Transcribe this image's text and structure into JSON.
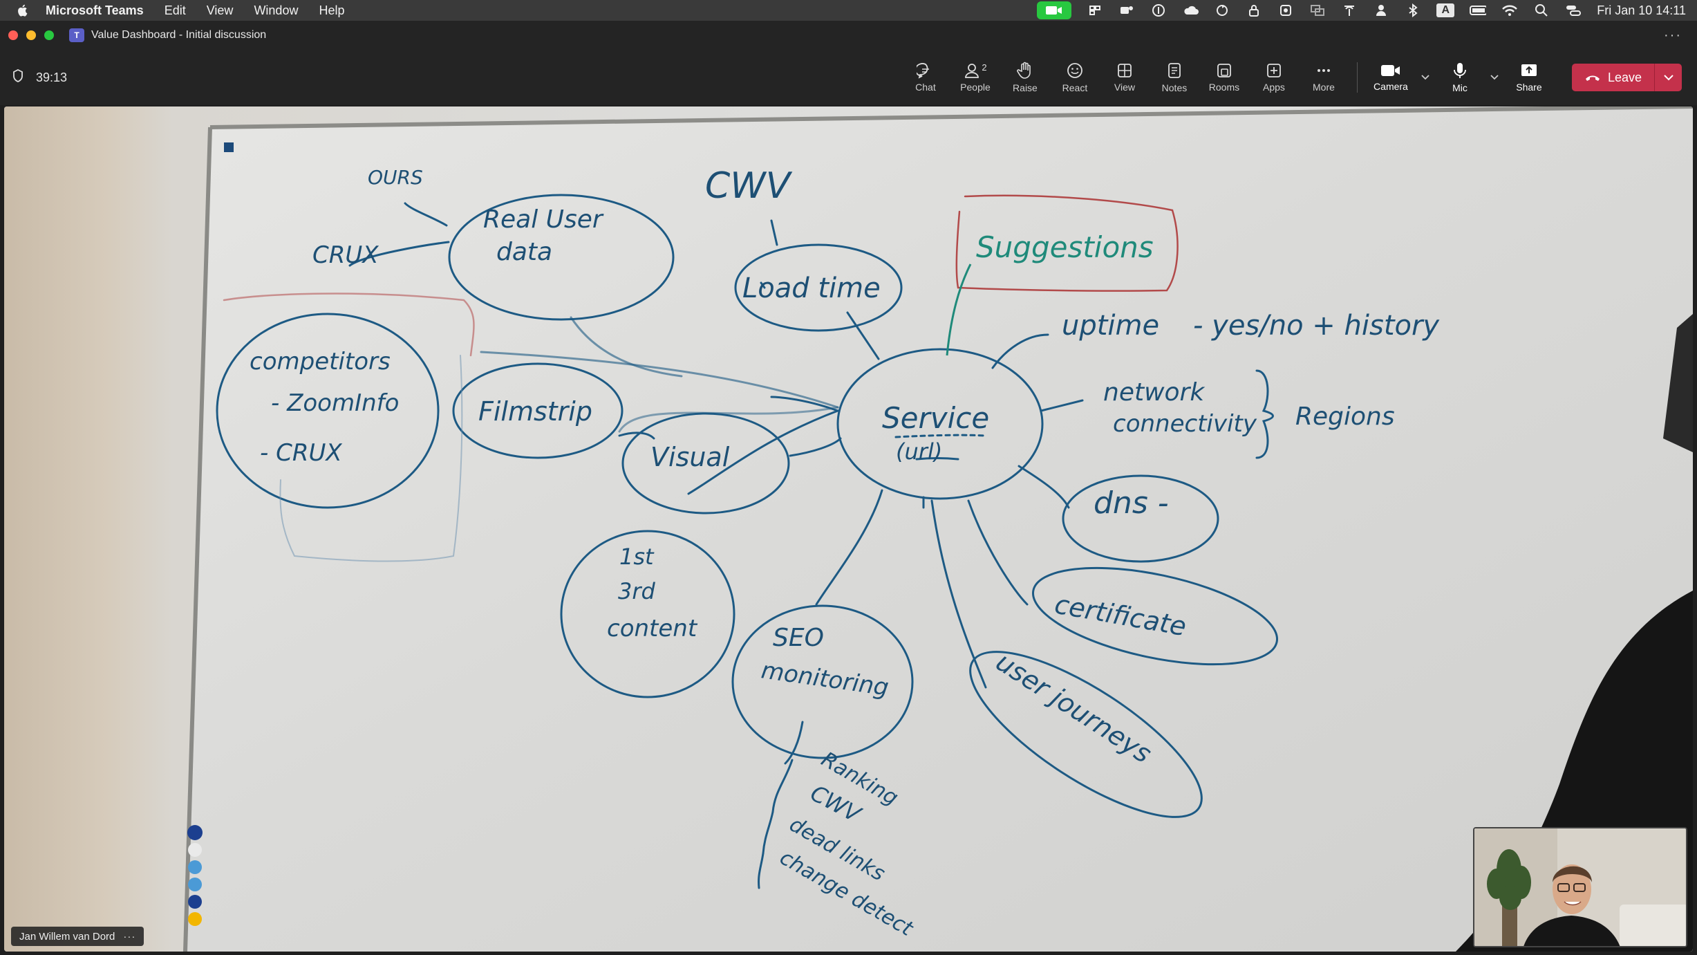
{
  "menubar": {
    "app_name": "Microsoft Teams",
    "items": [
      "Edit",
      "View",
      "Window",
      "Help"
    ],
    "input_source": "A",
    "clock": "Fri Jan 10  14:11"
  },
  "window": {
    "title": "Value Dashboard - Initial discussion"
  },
  "meeting": {
    "timer": "39:13",
    "people_count": "2",
    "tools": [
      {
        "label": "Chat",
        "icon": "chat-icon"
      },
      {
        "label": "People",
        "icon": "people-icon"
      },
      {
        "label": "Raise",
        "icon": "hand-icon"
      },
      {
        "label": "React",
        "icon": "smile-icon"
      },
      {
        "label": "View",
        "icon": "grid-icon"
      },
      {
        "label": "Notes",
        "icon": "notes-icon"
      },
      {
        "label": "Rooms",
        "icon": "rooms-icon"
      },
      {
        "label": "Apps",
        "icon": "plus-icon"
      },
      {
        "label": "More",
        "icon": "more-icon"
      }
    ],
    "camera_label": "Camera",
    "mic_label": "Mic",
    "share_label": "Share",
    "leave_label": "Leave",
    "leave_color": "#c4314b",
    "participant_name": "Jan Willem van Dord"
  },
  "whiteboard": {
    "center": "Service",
    "center_sub": "(url)",
    "nodes": {
      "ours": "OURS",
      "crux_top": "CRUX",
      "real_user_data_1": "Real User",
      "real_user_data_2": "data",
      "cwv": "CWV",
      "load_time": "Load time",
      "suggestions": "Suggestions",
      "competitors": "competitors",
      "zoominfo": "- ZoomInfo",
      "crux": "- CRUX",
      "filmstrip": "Filmstrip",
      "visual": "Visual",
      "first": "1st",
      "third": "3rd",
      "content": "content",
      "uptime": "uptime",
      "uptime_detail": "- yes/no + history",
      "network_1": "network",
      "network_2": "connectivity",
      "regions": "Regions",
      "dns": "dns -",
      "certificate": "certificate",
      "user_journeys": "user journeys",
      "seo_1": "SEO",
      "seo_2": "monitoring",
      "ranking": "Ranking",
      "cwv_sub": "CWV",
      "dead_links": "dead links",
      "change_detect": "change detect"
    }
  }
}
